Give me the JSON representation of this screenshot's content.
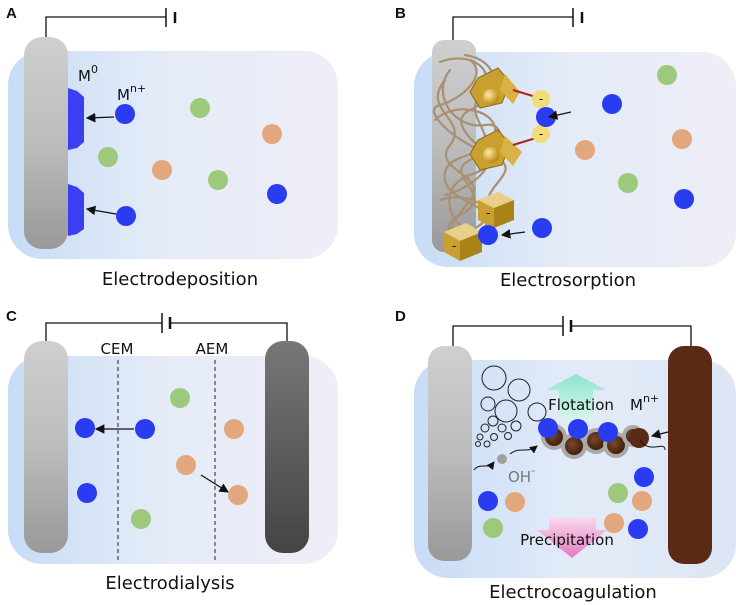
{
  "panels": {
    "a": {
      "letter": "A",
      "caption": "Electrodeposition",
      "metal_label_base": "M",
      "metal_label_sup": "0",
      "ion_label_base": "M",
      "ion_label_sup": "n+"
    },
    "b": {
      "letter": "B",
      "caption": "Electrosorption",
      "charge_symbol": "-"
    },
    "c": {
      "letter": "C",
      "caption": "Electrodialysis",
      "cem_label": "CEM",
      "aem_label": "AEM"
    },
    "d": {
      "letter": "D",
      "caption": "Electrocoagulation",
      "flotation_label": "Flotation",
      "precipitation_label": "Precipitation",
      "oh_label_base": "OH",
      "oh_label_sup": "-",
      "ion_label_base": "M",
      "ion_label_sup": "n+"
    }
  },
  "colors": {
    "ion_blue": "#2a3cf0",
    "ion_green": "#9cc97c",
    "ion_orange": "#e3a77d",
    "deposit_blue": "#3a3ff2",
    "adsorbent_gold": "#c9a030",
    "anode_brown": "#5a2a14",
    "cell_bg": "#e6eaf6"
  }
}
